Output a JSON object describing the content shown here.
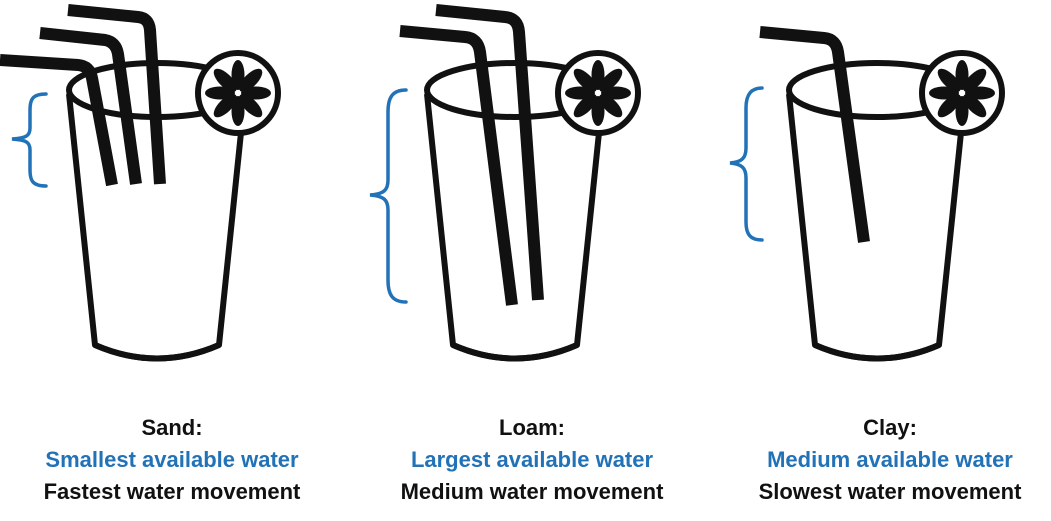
{
  "colors": {
    "line": "#111111",
    "accent": "#2272b8",
    "background": "#ffffff"
  },
  "panels": [
    {
      "title": "Sand:",
      "available_water": "Smallest available water",
      "movement": "Fastest water movement",
      "straw_count": 3,
      "icons": [
        "glass-icon",
        "straw-icon",
        "lemon-slice-icon",
        "brace-icon"
      ]
    },
    {
      "title": "Loam:",
      "available_water": "Largest available water",
      "movement": "Medium water movement",
      "straw_count": 2,
      "icons": [
        "glass-icon",
        "straw-icon",
        "lemon-slice-icon",
        "brace-icon"
      ]
    },
    {
      "title": "Clay:",
      "available_water": "Medium available water",
      "movement": "Slowest water movement",
      "straw_count": 1,
      "icons": [
        "glass-icon",
        "straw-icon",
        "lemon-slice-icon",
        "brace-icon"
      ]
    }
  ]
}
